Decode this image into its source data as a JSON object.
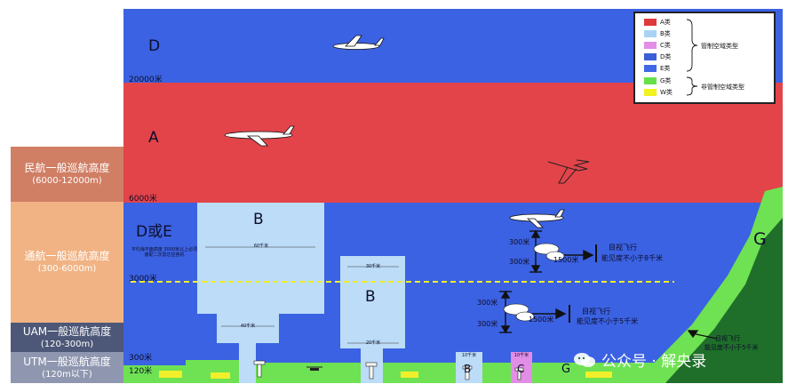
{
  "side_labels": [
    {
      "title": "民航一般巡航高度",
      "range": "(6000-12000m)",
      "color": "#d07e64"
    },
    {
      "title": "通航一般巡航高度",
      "range": "(300-6000m)",
      "color": "#f1b384"
    },
    {
      "title": "UAM一般巡航高度",
      "range": "(120-300m)",
      "color": "#4d5777"
    },
    {
      "title": "UTM一般巡航高度",
      "range": "(120m以下)",
      "color": "#8f97b0"
    }
  ],
  "zones": {
    "top": "D",
    "middle": "A",
    "lower": "D或E",
    "b_left": "B",
    "b_right": "B",
    "b_small": "B",
    "c_small": "C",
    "g_bottom": "G",
    "g_right": "G"
  },
  "altitudes": {
    "a20000": "20000米",
    "a6000": "6000米",
    "a3000": "3000米",
    "a300": "300米",
    "a120": "120米"
  },
  "annotations": {
    "b_note": "平均海平面高度 3000米以上必须 装配二次雷达应答机",
    "b_left_top": "60千米",
    "b_left_mid": "40千米",
    "b_right_top": "30千米",
    "b_right_mid": "20千米",
    "b_small_top": "10千米",
    "c_small_top": "10千米"
  },
  "vfr_upper": {
    "above": "300米",
    "below": "300米",
    "dist": "1500米",
    "line1": "目视飞行",
    "line2": "能见度不小于8千米"
  },
  "vfr_lower": {
    "above": "300米",
    "below": "300米",
    "dist": "1500米",
    "line1": "目视飞行",
    "line2": "能见度不小于5千米"
  },
  "vfr_g": {
    "line1": "目视飞行",
    "line2": "能见度不小于5千米"
  },
  "legend": {
    "items": [
      {
        "label": "A类",
        "color": "#e0393c"
      },
      {
        "label": "B类",
        "color": "#a9d3f4"
      },
      {
        "label": "C类",
        "color": "#e28ee6"
      },
      {
        "label": "D类",
        "color": "#3a5fd6"
      },
      {
        "label": "E类",
        "color": "#3f68e6"
      },
      {
        "label": "G类",
        "color": "#66e04a"
      },
      {
        "label": "W类",
        "color": "#f2f21e"
      }
    ],
    "controlled": "管制空域类型",
    "uncontrolled": "非管制空域类型"
  },
  "watermark": "公众号 · 解央录",
  "colors": {
    "blue": "#3b62e2",
    "red": "#e2444a",
    "lightblue": "#bcdcf7",
    "green": "#6ee252",
    "darkgreen": "#1f6e2a",
    "yellow": "#f1ef2b"
  }
}
